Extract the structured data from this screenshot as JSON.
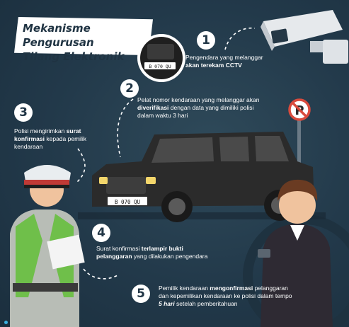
{
  "title": {
    "line1": "Mekanisme Pengurusan",
    "line2": "Tilang Elektronik"
  },
  "plate_text": "B 070 QU",
  "steps": [
    {
      "number": "1",
      "pre": "Pengendara yang melanggar ",
      "bold": "akan terekam CCTV",
      "post": ""
    },
    {
      "number": "2",
      "pre": "Pelat nomor kendaraan yang melanggar akan ",
      "bold": "diverifikasi",
      "post": " dengan data yang dimiliki polisi dalam waktu 3 hari"
    },
    {
      "number": "3",
      "pre": "Polisi mengirimkan ",
      "bold": "surat konfirmasi",
      "post": " kepada pemilik kendaraan"
    },
    {
      "number": "4",
      "pre": "Surat konfirmasi ",
      "bold": "terlampir bukti pelanggaran",
      "post": " yang dilakukan pengendara"
    },
    {
      "number": "5",
      "pre": "Pemilik kendaraan ",
      "bold": "mengonfirmasi",
      "post": " pelanggaran dan kepemilikan kendaraan ke polisi dalam tempo ",
      "bold2": "5 hari",
      "post2": " setelah pemberitahuan"
    }
  ],
  "colors": {
    "background": "#22394a",
    "car": "#2b2b2b",
    "headlight": "#f3d66b",
    "no_parking_red": "#d94b3d",
    "police_vest": "#6fbf4a",
    "accent": "#3ab0e0"
  },
  "icons": [
    "cctv-camera-icon",
    "no-parking-sign-icon",
    "car-illustration",
    "police-officer-illustration",
    "vehicle-owner-illustration"
  ]
}
